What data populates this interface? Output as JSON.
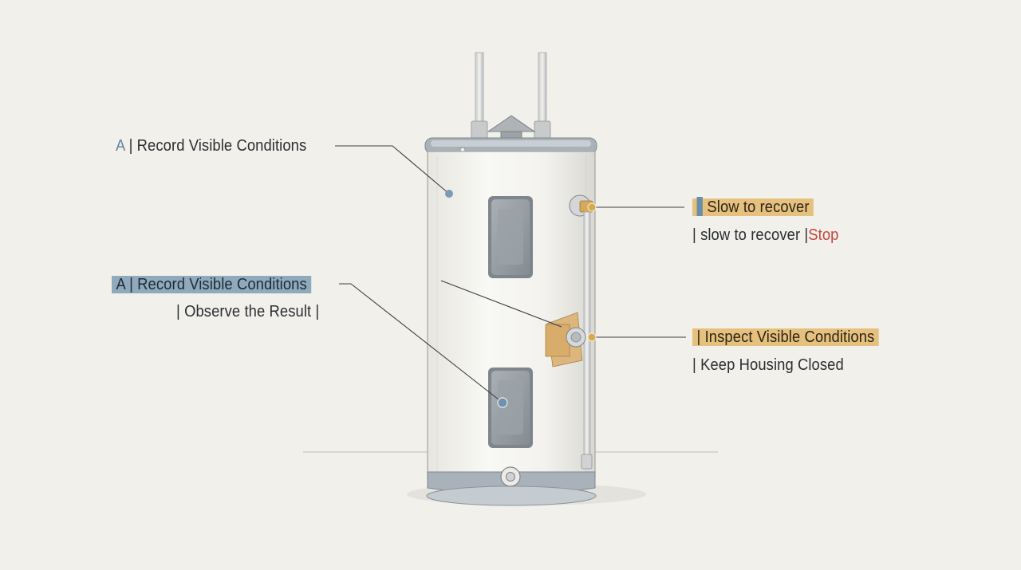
{
  "callouts": {
    "top_left": {
      "prefix": "A",
      "text": "| Record Visible Conditions"
    },
    "mid_left": {
      "line1": "A | Record Visible Conditions",
      "line2": "| Observe the Result |"
    },
    "top_right": {
      "line1": "Slow to recover",
      "line2_text": "| slow to recover |",
      "line2_warning": "Stop"
    },
    "mid_right": {
      "line1": "| Inspect Visible Conditions",
      "line2": "| Keep Housing Closed"
    }
  },
  "colors": {
    "background": "#f1f0ea",
    "tank_body": "#f6f5f1",
    "panel_gray": "#9aa1a8",
    "highlight_blue": "#8faabc",
    "highlight_gold": "#e6c17e",
    "warning_red": "#c2473d",
    "marker_blue": "#7a9cb6",
    "marker_gold": "#d9a94a"
  }
}
